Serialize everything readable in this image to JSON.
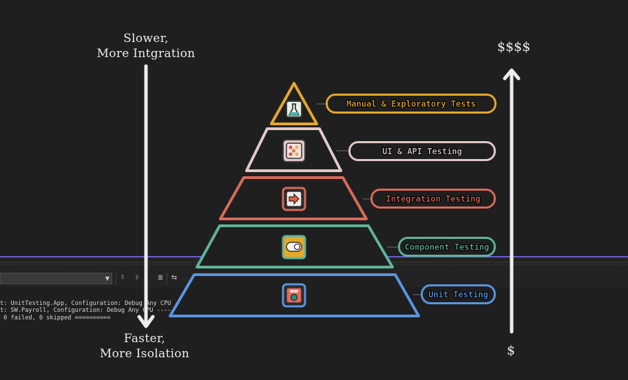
{
  "pyramid": {
    "levels": [
      {
        "label": "Manual & Exploratory Tests",
        "color": "#e4a82c",
        "icon": "flask-icon"
      },
      {
        "label": "UI & API Testing",
        "color": "#e3c9c9",
        "icon": "dashboard-icon"
      },
      {
        "label": "Integration Testing",
        "color": "#d96a5a",
        "icon": "arrow-icon"
      },
      {
        "label": "Component Testing",
        "color": "#5fb39a",
        "icon": "toggle-icon"
      },
      {
        "label": "Unit Testing",
        "color": "#5a95e0",
        "icon": "cube-icon"
      }
    ]
  },
  "axis_left": {
    "top_label_line1": "Slower,",
    "top_label_line2": "More Intgration",
    "bottom_label_line1": "Faster,",
    "bottom_label_line2": "More Isolation"
  },
  "axis_right": {
    "top_label": "$$$$",
    "bottom_label": "$"
  },
  "background_ide": {
    "output_lines": [
      "t: UnitTesting.App, Configuration: Debug Any CPU ------",
      "t: SW.Payroll, Configuration: Debug Any CPU ------",
      " 0 failed, 0 skipped =========="
    ]
  }
}
